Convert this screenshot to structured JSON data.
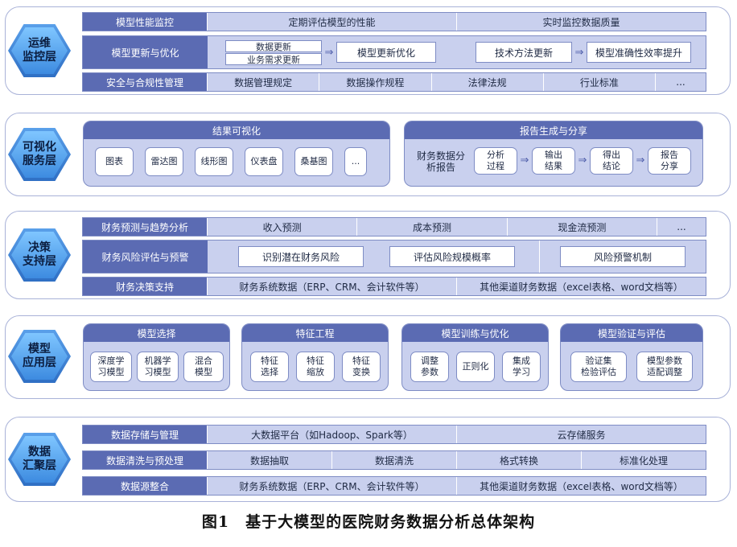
{
  "layers": {
    "ops": {
      "label": [
        "运维",
        "监控层"
      ],
      "row1": {
        "head": "模型性能监控",
        "cells": [
          "定期评估模型的性能",
          "实时监控数据质量"
        ]
      },
      "row2": {
        "head": "模型更新与优化",
        "a1": "数据更新",
        "a2": "业务需求更新",
        "b": "模型更新优化",
        "c": "技术方法更新",
        "d": "模型准确性效率提升"
      },
      "row3": {
        "head": "安全与合规性管理",
        "cells": [
          "数据管理规定",
          "数据操作规程",
          "法律法规",
          "行业标准",
          "..."
        ]
      }
    },
    "vis": {
      "label": [
        "可视化",
        "服务层"
      ],
      "left": {
        "title": "结果可视化",
        "items": [
          "图表",
          "雷达图",
          "线形图",
          "仪表盘",
          "桑基图",
          "..."
        ]
      },
      "right": {
        "title": "报告生成与分享",
        "lead": [
          "财务数据分",
          "析报告"
        ],
        "steps": [
          [
            "分析",
            "过程"
          ],
          [
            "输出",
            "结果"
          ],
          [
            "得出",
            "结论"
          ],
          [
            "报告",
            "分享"
          ]
        ]
      }
    },
    "dec": {
      "label": [
        "决策",
        "支持层"
      ],
      "row1": {
        "head": "财务预测与趋势分析",
        "cells": [
          "收入预测",
          "成本预测",
          "现金流预测",
          "..."
        ]
      },
      "row2": {
        "head": "财务风险评估与预警",
        "cells": [
          "识别潜在财务风险",
          "评估风险规模概率",
          "风险预警机制"
        ]
      },
      "row3": {
        "head": "财务决策支持",
        "cells": [
          "财务系统数据（ERP、CRM、会计软件等）",
          "其他渠道财务数据（excel表格、word文档等）"
        ]
      }
    },
    "model": {
      "label": [
        "模型",
        "应用层"
      ],
      "panels": [
        {
          "title": "模型选择",
          "items": [
            [
              "深度学",
              "习模型"
            ],
            [
              "机器学",
              "习模型"
            ],
            [
              "混合",
              "模型"
            ]
          ]
        },
        {
          "title": "特征工程",
          "items": [
            [
              "特征",
              "选择"
            ],
            [
              "特征",
              "缩放"
            ],
            [
              "特征",
              "变换"
            ]
          ]
        },
        {
          "title": "模型训练与优化",
          "items": [
            [
              "调整",
              "参数"
            ],
            [
              "正则化",
              ""
            ],
            [
              "集成",
              "学习"
            ]
          ]
        },
        {
          "title": "模型验证与评估",
          "items": [
            [
              "验证集",
              "检验评估"
            ],
            [
              "模型参数",
              "适配调整"
            ]
          ]
        }
      ]
    },
    "data": {
      "label": [
        "数据",
        "汇聚层"
      ],
      "row1": {
        "head": "数据存储与管理",
        "cells": [
          "大数据平台（如Hadoop、Spark等）",
          "云存储服务"
        ]
      },
      "row2": {
        "head": "数据清洗与预处理",
        "cells": [
          "数据抽取",
          "数据清洗",
          "格式转换",
          "标准化处理"
        ]
      },
      "row3": {
        "head": "数据源整合",
        "cells": [
          "财务系统数据（ERP、CRM、会计软件等）",
          "其他渠道财务数据（excel表格、word文档等）"
        ]
      }
    }
  },
  "caption": "图1　基于大模型的医院财务数据分析总体架构",
  "colors": {
    "header": "#5b6bb3",
    "cell": "#c9d0ee",
    "border": "#a9b2d8",
    "hex": "#3d8be0"
  }
}
